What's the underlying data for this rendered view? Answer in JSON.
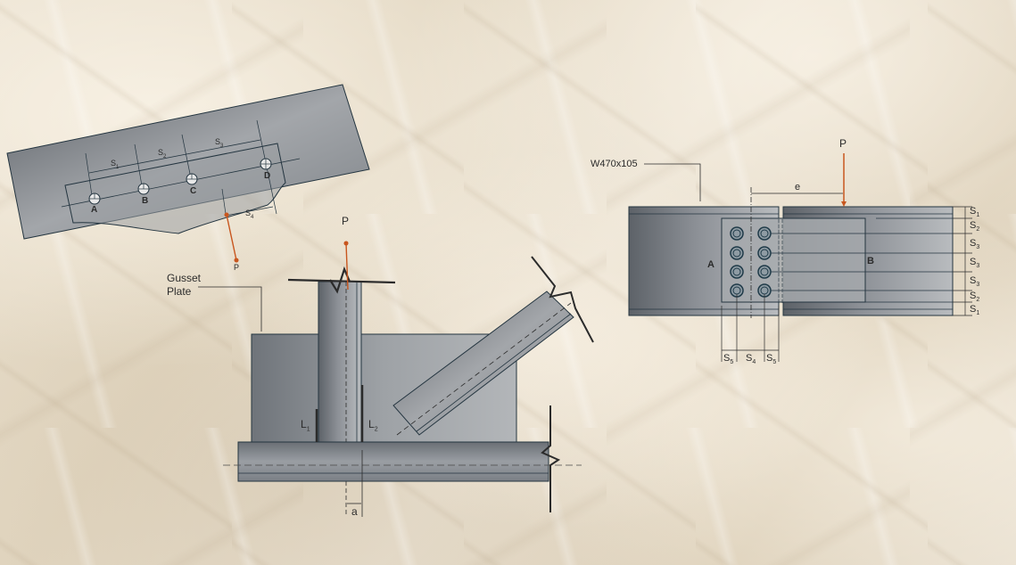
{
  "background": {
    "style": "crumpled-paper",
    "color": "#e6dccb"
  },
  "colors": {
    "steel_dark": "#5b6066",
    "steel_light": "#b5b8bb",
    "outline": "#243540",
    "load_arrow": "#c8561e",
    "text": "#2a2a2a"
  },
  "figure_bolted_bracket": {
    "bolt_labels": [
      "A",
      "B",
      "C",
      "D"
    ],
    "spacing_labels": [
      "S",
      "S",
      "S",
      "S"
    ],
    "spacing_subscripts": [
      "1",
      "2",
      "3",
      "4"
    ],
    "load_label": "P"
  },
  "figure_gusset_truss": {
    "gusset_label_line1": "Gusset",
    "gusset_label_line2": "Plate",
    "load_label": "P",
    "weld_label_1": "L",
    "weld_label_1_sub": "1",
    "weld_label_2": "L",
    "weld_label_2_sub": "2",
    "eccentricity_label": "a"
  },
  "figure_beam_splice": {
    "section_label": "W470x105",
    "load_label": "P",
    "eccentricity_label": "e",
    "member_labels": [
      "A",
      "B"
    ],
    "bottom_spacing": [
      {
        "base": "S",
        "sub": "5"
      },
      {
        "base": "S",
        "sub": "4"
      },
      {
        "base": "S",
        "sub": "5"
      }
    ],
    "right_spacing": [
      {
        "base": "S",
        "sub": "1"
      },
      {
        "base": "S",
        "sub": "2"
      },
      {
        "base": "S",
        "sub": "3"
      },
      {
        "base": "S",
        "sub": "3"
      },
      {
        "base": "S",
        "sub": "3"
      },
      {
        "base": "S",
        "sub": "2"
      },
      {
        "base": "S",
        "sub": "1"
      }
    ],
    "bolt_rows": 4,
    "bolt_columns": 2
  }
}
